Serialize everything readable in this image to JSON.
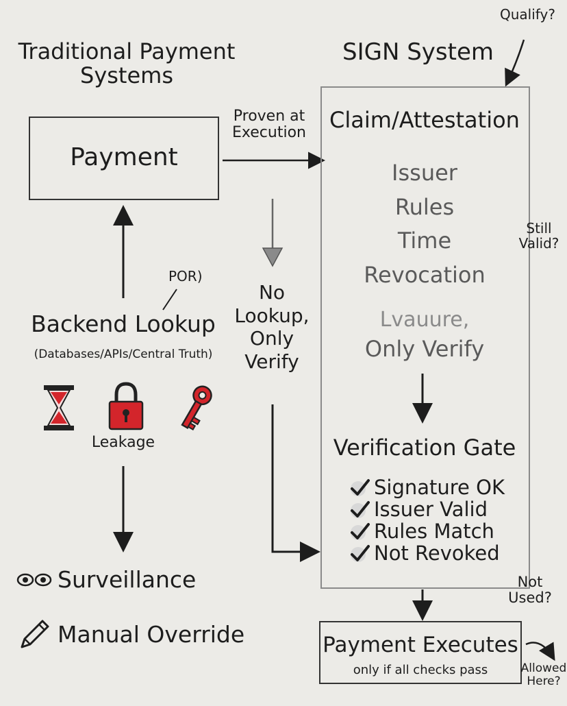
{
  "left": {
    "title_line1": "Traditional Payment",
    "title_line2": "Systems",
    "payment_label": "Payment",
    "por_note": "POR)",
    "backend_title": "Backend Lookup",
    "backend_sub": "(Databases/APIs/Central Truth)",
    "icons": [
      "hourglass-icon",
      "padlock-icon",
      "key-icon"
    ],
    "leakage": "Leakage",
    "surveillance": "Surveillance",
    "manual_override": "Manual Override"
  },
  "middle": {
    "proven_line1": "Proven at",
    "proven_line2": "Execution",
    "no_lookup": [
      "No",
      "Lookup,",
      "Only",
      "Verify"
    ]
  },
  "right": {
    "title": "SIGN System",
    "qualify": "Qualify?",
    "claim_title": "Claim/Attestation",
    "claim_items": [
      "Issuer",
      "Rules",
      "Time",
      "Revocation"
    ],
    "smudged": "Lvauure,",
    "only_verify": "Only Verify",
    "still_valid_line1": "Still",
    "still_valid_line2": "Valid?",
    "gate_title": "Verification Gate",
    "checks": [
      "Signature OK",
      "Issuer Valid",
      "Rules Match",
      "Not Revoked"
    ],
    "not_used_line1": "Not",
    "not_used_line2": "Used?",
    "exec_title": "Payment Executes",
    "exec_sub": "only if all checks pass",
    "allowed_line1": "Allowed",
    "allowed_line2": "Here?"
  },
  "colors": {
    "accent_red": "#d3252b",
    "ink": "#1d1d1d",
    "pencil_gray": "#5a5a5a"
  }
}
